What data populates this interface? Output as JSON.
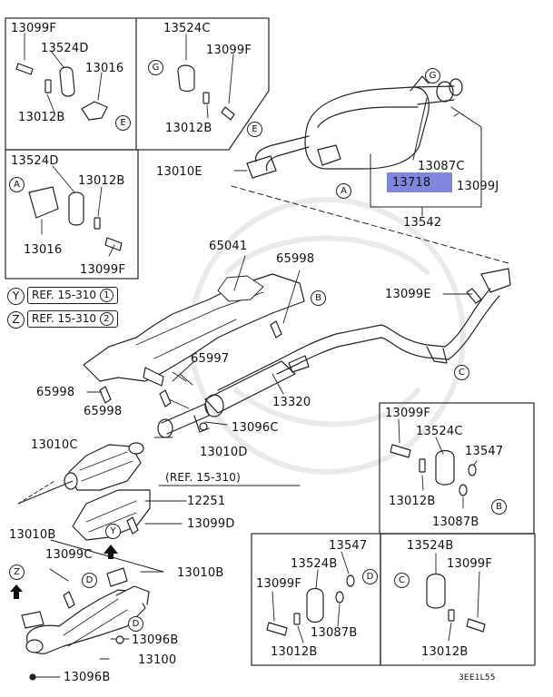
{
  "highlight": {
    "part": "13718",
    "color": "#7f86db"
  },
  "parts": {
    "p13099F": "13099F",
    "p13524D": "13524D",
    "p13016": "13016",
    "p13012B": "13012B",
    "p13524C": "13524C",
    "p13010E": "13010E",
    "p13087C": "13087C",
    "p13099J": "13099J",
    "p13718": "13718",
    "p13542": "13542",
    "p65041": "65041",
    "p65998": "65998",
    "p13099E": "13099E",
    "p65997": "65997",
    "p13320": "13320",
    "p13096C": "13096C",
    "p13010C": "13010C",
    "p13010D": "13010D",
    "p12251": "12251",
    "p13099D": "13099D",
    "p13010B": "13010B",
    "p13099C": "13099C",
    "p13096B": "13096B",
    "p13100": "13100",
    "p13547": "13547",
    "p13087B": "13087B",
    "p13524B": "13524B"
  },
  "refs": {
    "y_mark": "Y",
    "y_text": "REF. 15-310",
    "y_num": "1",
    "z_mark": "Z",
    "z_text": "REF. 15-310",
    "z_num": "2",
    "ref_center": "(REF. 15-310)"
  },
  "markers": {
    "A": "A",
    "B": "B",
    "C": "C",
    "D": "D",
    "E": "E",
    "G": "G",
    "Y": "Y",
    "Z": "Z"
  },
  "diagram_code": "3EE1L55"
}
